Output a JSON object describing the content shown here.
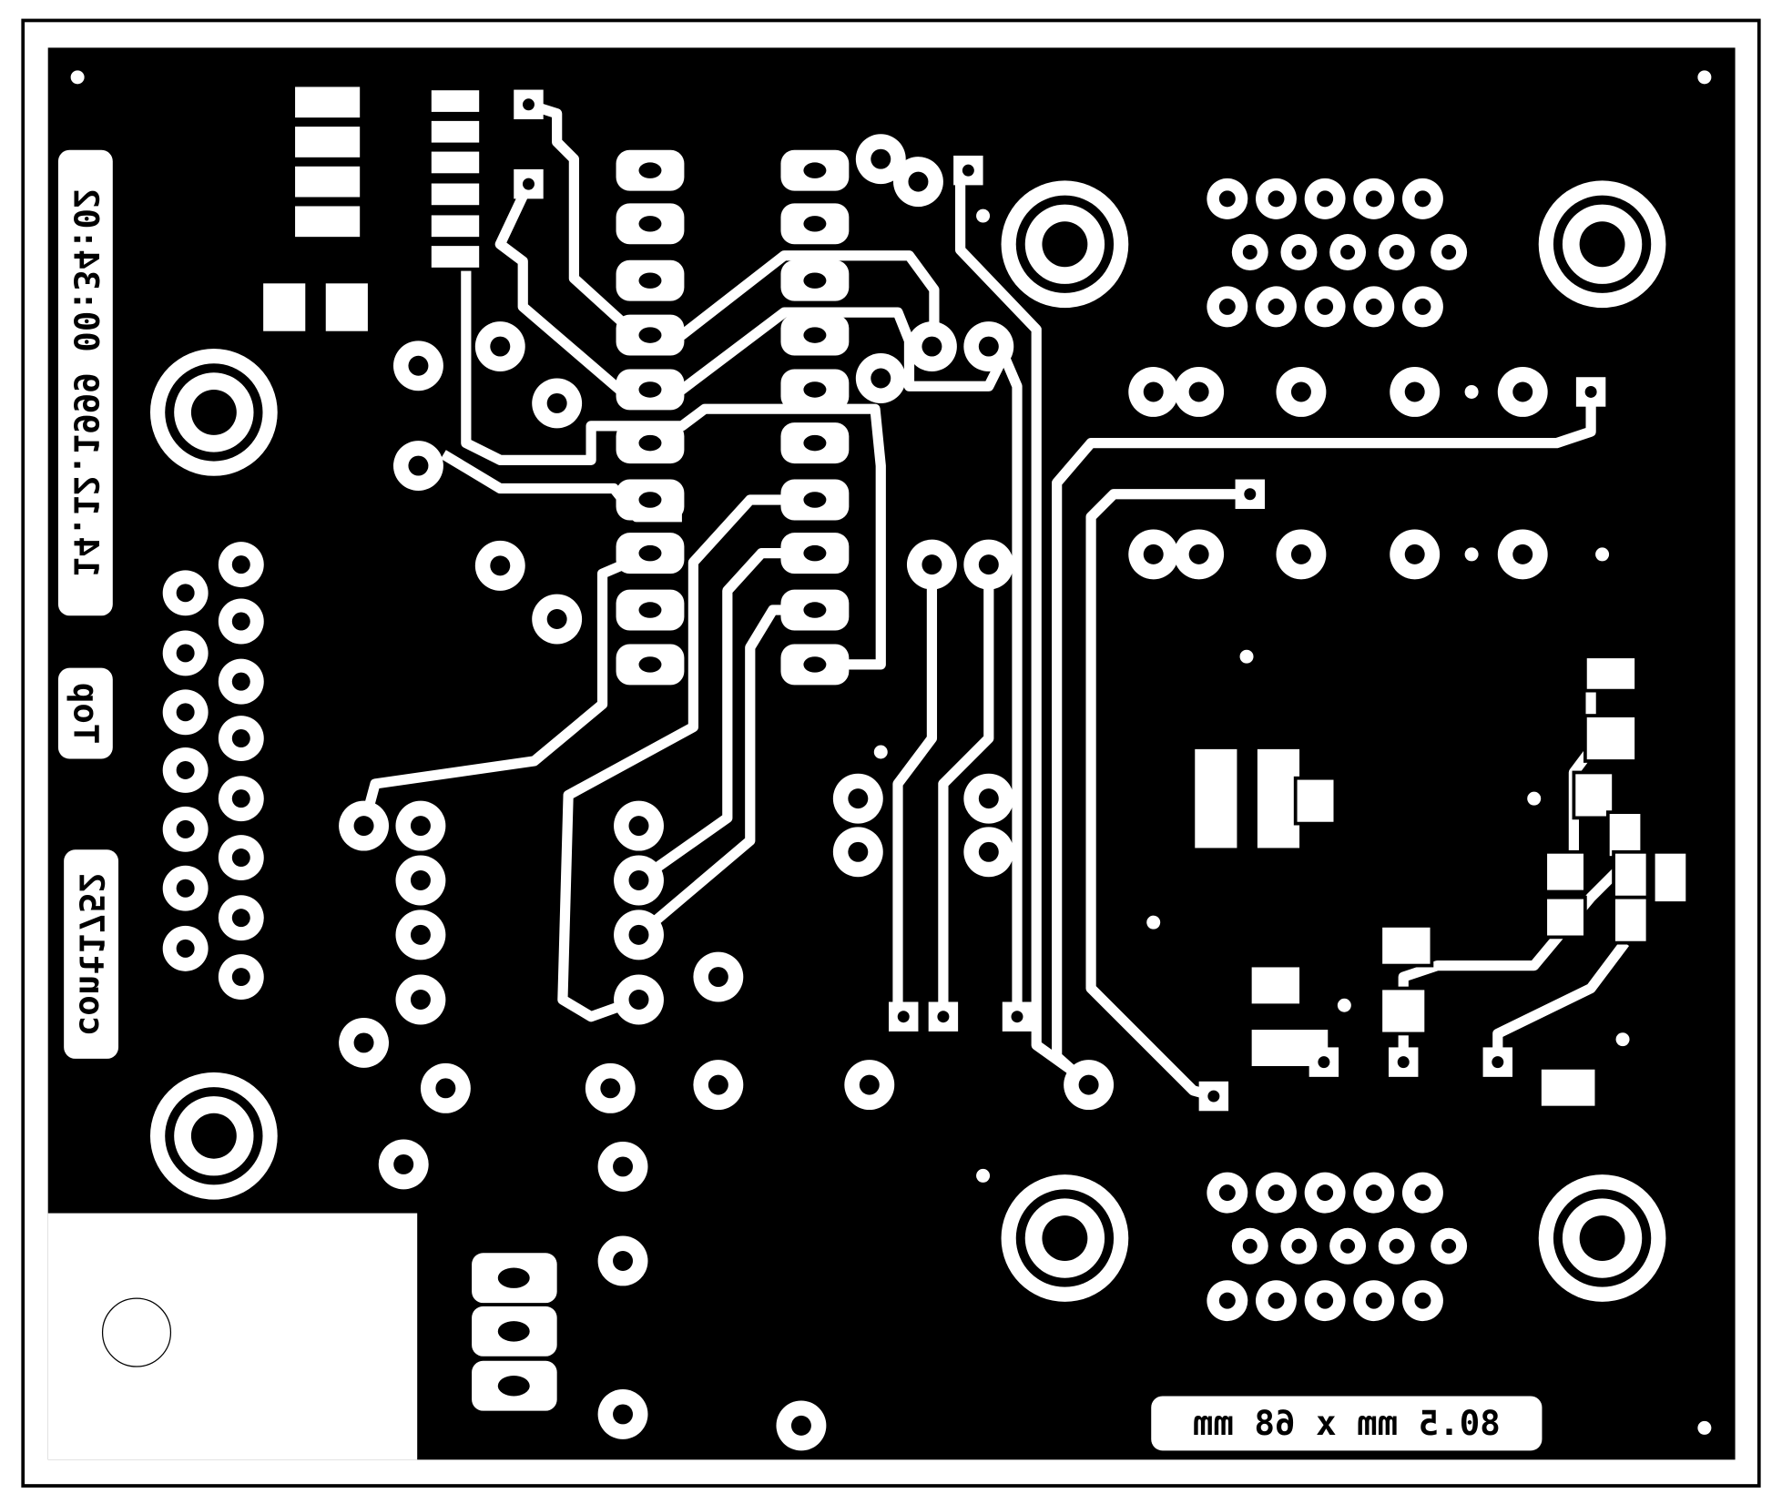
{
  "board": {
    "colors": {
      "copper": "#000000",
      "background": "#ffffff"
    },
    "labels": {
      "timestamp": "14.12.1999 00:34:02",
      "layer": "Top",
      "project": "cont1752",
      "dimensions": "80.5 mm x 68 mm"
    }
  }
}
